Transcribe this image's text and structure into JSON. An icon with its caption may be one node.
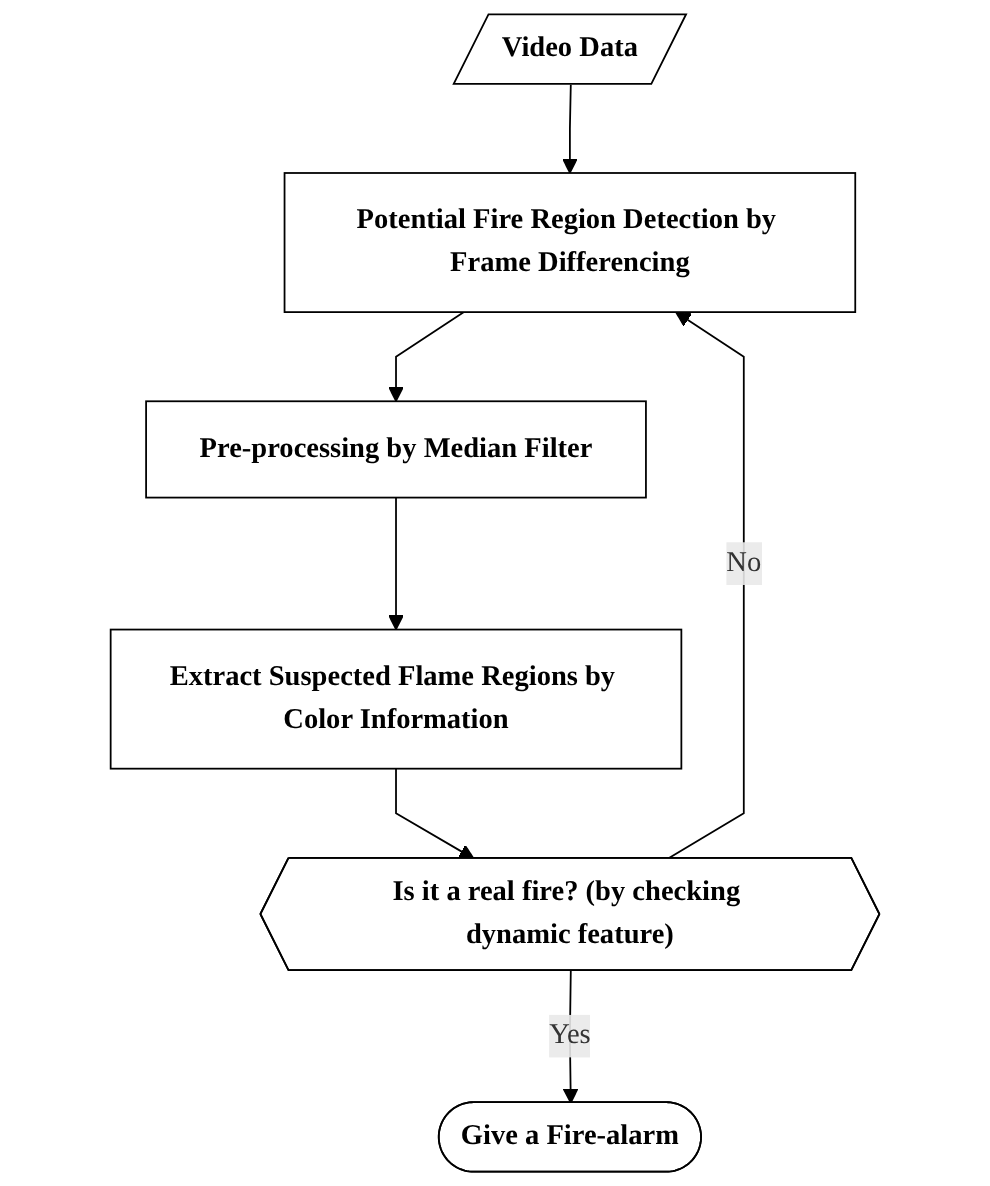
{
  "diagram": {
    "nodes": [
      {
        "text": [
          "Video Data"
        ]
      },
      {
        "text": [
          "Potential Fire Region Detection by Frame Differencing"
        ]
      },
      {
        "text": [
          "Pre-processing by Median Filter"
        ]
      },
      {
        "text": [
          "Extract Suspected Flame Regions by Color Information"
        ]
      },
      {
        "text": [
          "Is it a real fire? (by checking dynamic feature)"
        ]
      },
      {
        "text": [
          "Give a Fire-alarm"
        ]
      }
    ],
    "edges": [
      {
        "from": 0,
        "to": 1,
        "arrow": "to"
      },
      {
        "from": 1,
        "to": 2,
        "arrow": "to"
      },
      {
        "from": 2,
        "to": 3,
        "arrow": "to"
      },
      {
        "from": 3,
        "to": 4,
        "arrow": "to"
      },
      {
        "from": 4,
        "to": 1,
        "arrow": "to",
        "label": "No"
      },
      {
        "from": 4,
        "to": 5,
        "arrow": "to",
        "label": "Yes"
      }
    ]
  }
}
